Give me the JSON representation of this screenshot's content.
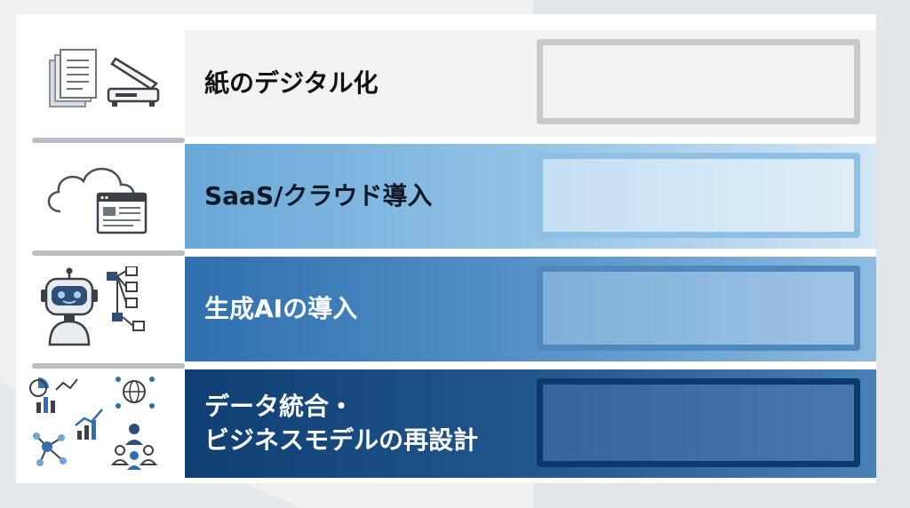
{
  "rows": [
    {
      "label_lines": [
        "紙のデジタル化"
      ],
      "icons": [
        "documents-icon",
        "scanner-icon"
      ]
    },
    {
      "label_lines": [
        "SaaS/クラウド導入"
      ],
      "icons": [
        "cloud-icon",
        "browser-window-icon"
      ]
    },
    {
      "label_lines": [
        "生成AIの導入"
      ],
      "icons": [
        "robot-icon",
        "workflow-icon"
      ]
    },
    {
      "label_lines": [
        "データ統合・",
        "ビジネスモデルの再設計"
      ],
      "icons": [
        "chart-icon",
        "globe-network-icon",
        "network-icon",
        "people-icon"
      ]
    }
  ],
  "colors": {
    "row1": "#f2f2f2",
    "row2": "#98c6e8",
    "row3": "#5a95cb",
    "row4": "#24598f"
  }
}
